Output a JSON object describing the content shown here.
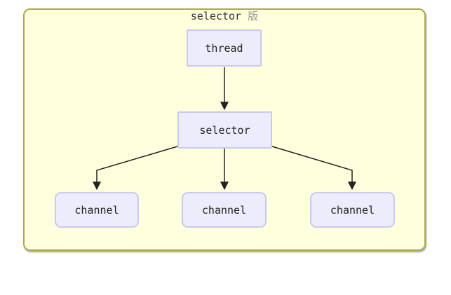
{
  "diagram": {
    "title": {
      "main": "selector",
      "suffix": "版"
    },
    "nodes": [
      {
        "id": "thread",
        "label": "thread"
      },
      {
        "id": "selector",
        "label": "selector"
      },
      {
        "id": "channel-1",
        "label": "channel"
      },
      {
        "id": "channel-2",
        "label": "channel"
      },
      {
        "id": "channel-3",
        "label": "channel"
      }
    ],
    "edges": [
      {
        "from": "thread",
        "to": "selector"
      },
      {
        "from": "selector",
        "to": "channel-1"
      },
      {
        "from": "selector",
        "to": "channel-2"
      },
      {
        "from": "selector",
        "to": "channel-3"
      }
    ]
  },
  "colors": {
    "container_fill": "#ffffdd",
    "container_border": "#abab49",
    "node_fill": "#ececfc",
    "node_border": "#c9c9f1",
    "arrow": "#222222",
    "title_main": "#333333",
    "title_suffix": "#999999"
  }
}
